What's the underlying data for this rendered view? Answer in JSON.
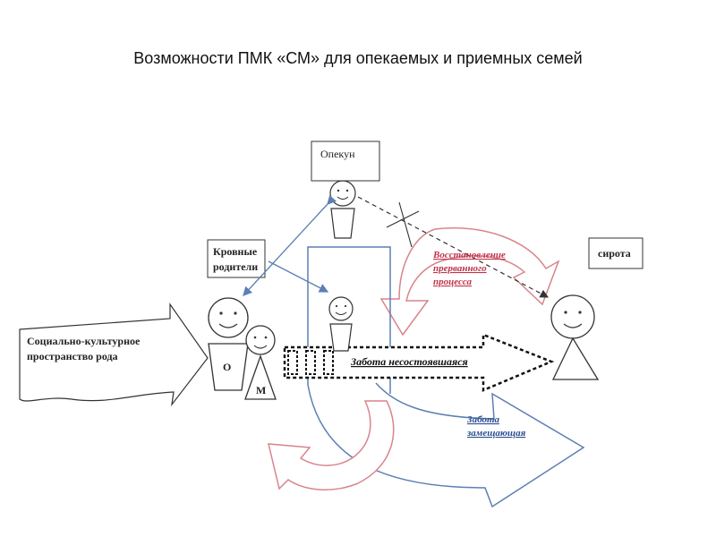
{
  "title": "Возможности ПМК «СМ» для опекаемых и приемных семей",
  "nodes": {
    "guardian": "Опекун",
    "blood_parents_line1": "Кровные",
    "blood_parents_line2": "родители",
    "orphan": "сирота",
    "mother_mark": "О",
    "m_mark": "М",
    "space_line1": "Социально-культурное",
    "space_line2": "пространство рода"
  },
  "arrows": {
    "failed_care": "Забота несостоявшаяся",
    "restoration_line1": "Восстановление",
    "restoration_line2": "прерванного",
    "restoration_line3": "процесса",
    "substitute_line1": "Забота",
    "substitute_line2": "замещающая"
  },
  "colors": {
    "red": "#d9848c",
    "blue": "#5c7fb5",
    "dark": "#333333"
  }
}
